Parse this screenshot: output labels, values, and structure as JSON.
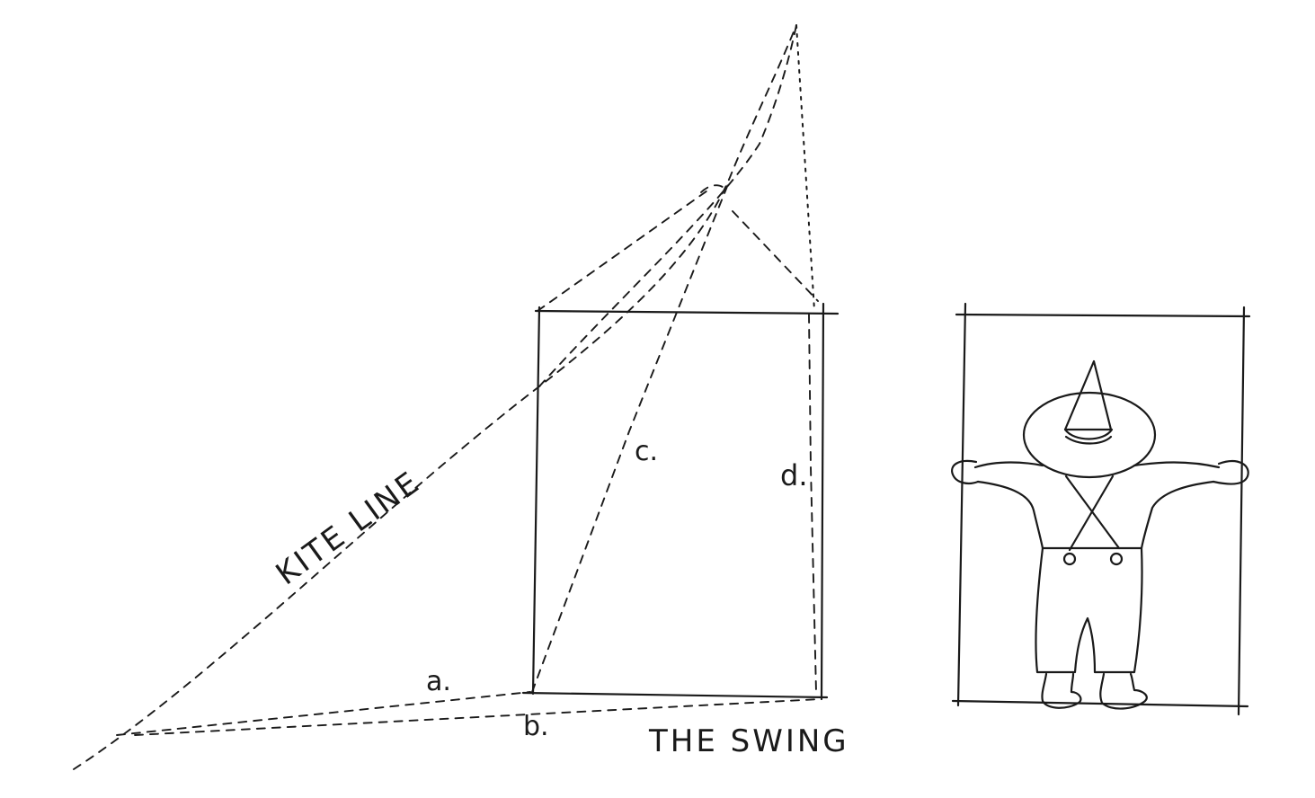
{
  "labels": {
    "kite_line": "KITE LINE",
    "the_swing": "THE SWING",
    "a": "a.",
    "b": "b.",
    "c": "c.",
    "d": "d."
  },
  "colors": {
    "ink": "#1a1a1a",
    "paper": "#ffffff"
  }
}
